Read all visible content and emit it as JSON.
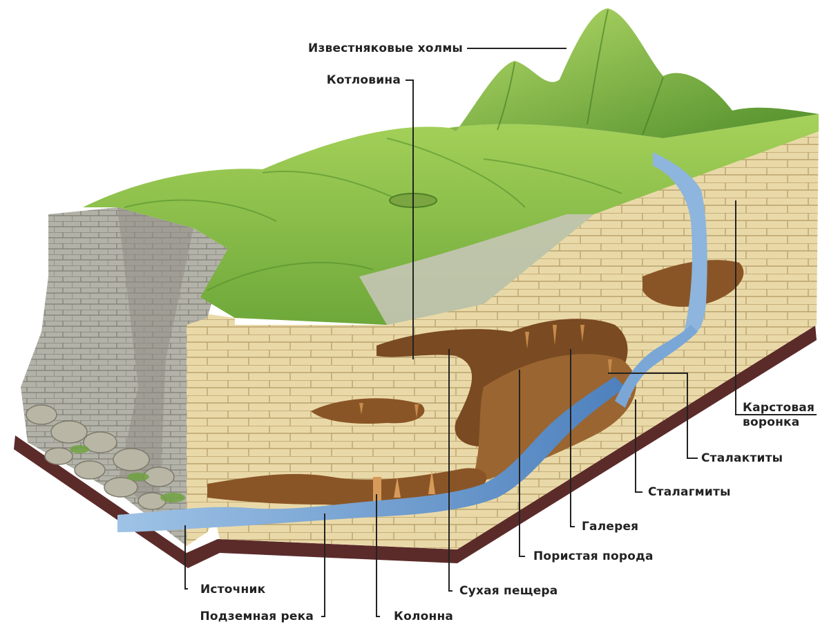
{
  "labels": {
    "limestone_hills": "Известняковые холмы",
    "hollow": "Котловина",
    "karst_sinkhole": "Карстовая воронка",
    "stalactites": "Сталактиты",
    "stalagmites": "Сталагмиты",
    "gallery": "Галерея",
    "porous_rock": "Пористая порода",
    "dry_cave": "Сухая пещера",
    "spring": "Источник",
    "underground_river": "Подземная река",
    "column": "Колонна"
  },
  "colors": {
    "grass": "#8fc24a",
    "grass_dark": "#5e9a2e",
    "rock": "#e8d7a6",
    "rock_line": "#b8a26e",
    "cliff": "#a9a9a0",
    "water": "#6f9fd0",
    "base": "#5a2a28",
    "cave": "#8a5a2a",
    "leader": "#222222"
  }
}
